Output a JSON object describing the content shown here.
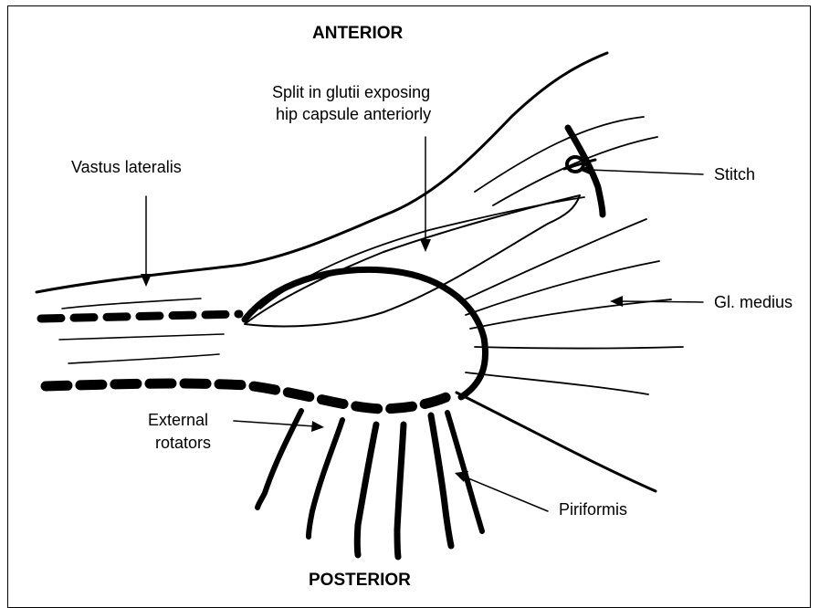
{
  "diagram": {
    "labels": {
      "anterior": "ANTERIOR",
      "posterior": "POSTERIOR",
      "split_line1": "Split in glutii exposing",
      "split_line2": "hip capsule anteriorly",
      "vastus_lateralis": "Vastus lateralis",
      "stitch": "Stitch",
      "gl_medius": "Gl. medius",
      "external_line1": "External",
      "external_line2": "rotators",
      "piriformis": "Piriformis"
    },
    "colors": {
      "ink": "#000000",
      "background": "#ffffff"
    }
  }
}
